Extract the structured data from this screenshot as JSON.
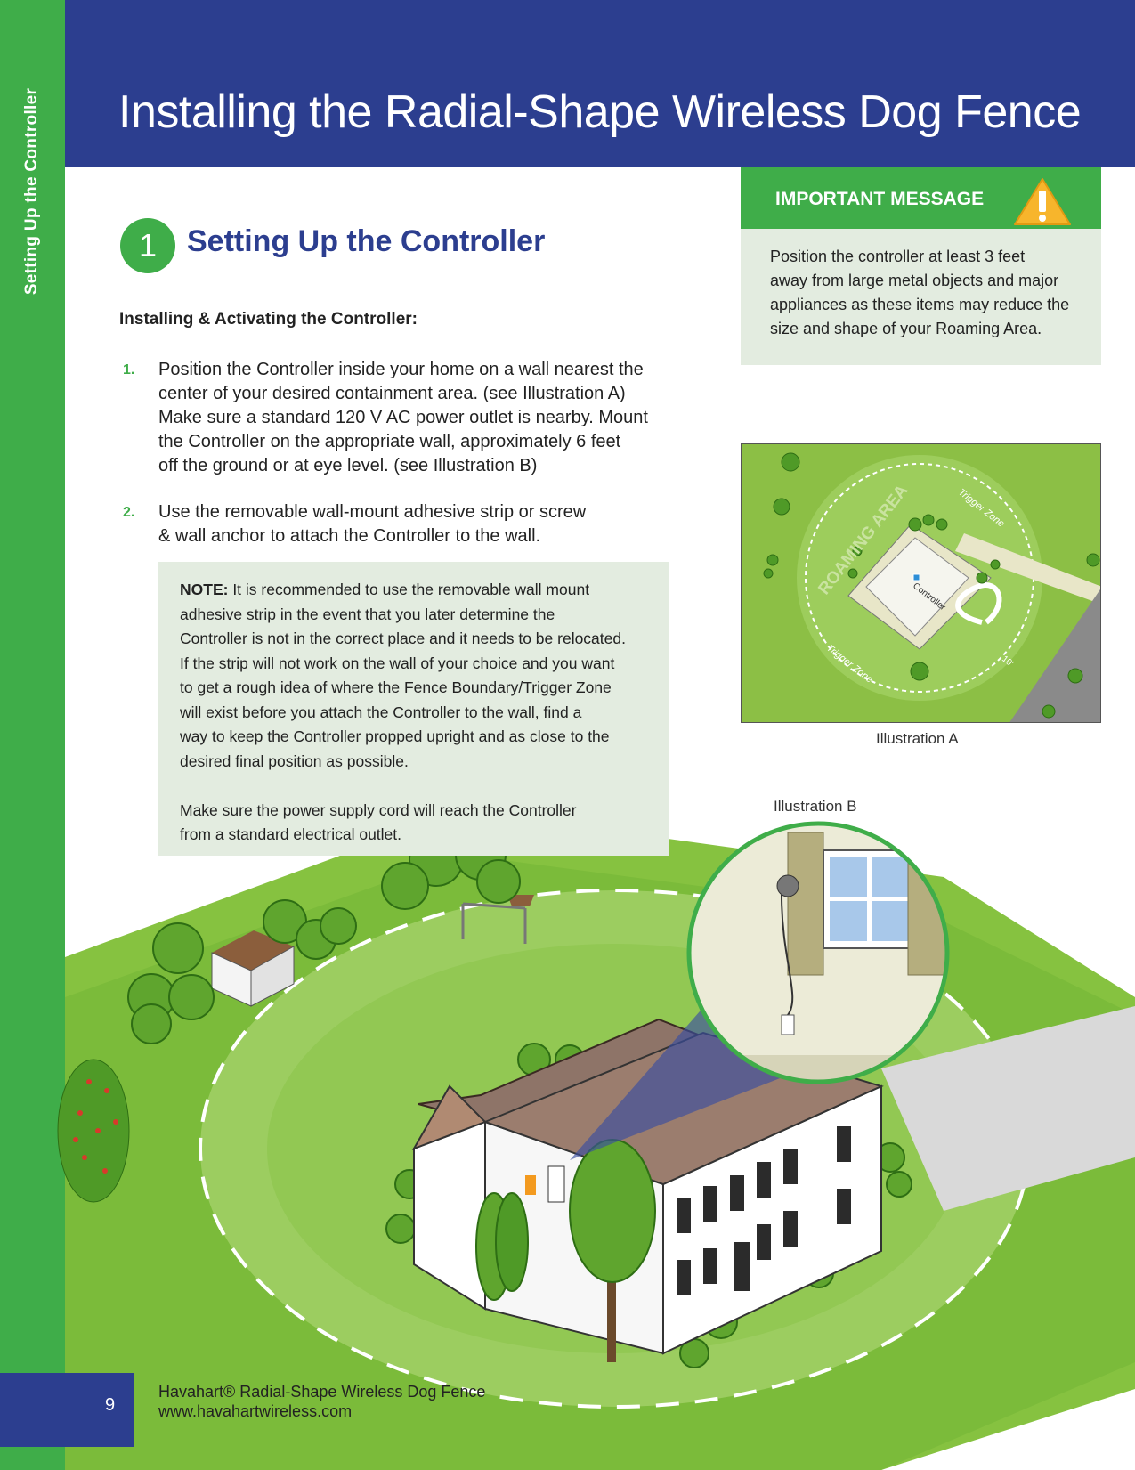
{
  "header": {
    "title": "Installing the Radial-Shape Wireless Dog Fence"
  },
  "sidebar": {
    "label": "Setting Up the Controller"
  },
  "section": {
    "number": "1",
    "title": "Setting Up the Controller"
  },
  "subheading": "Installing & Activating the Controller:",
  "steps": [
    {
      "num": "1.",
      "text": "Position the Controller inside your home on a wall nearest the\ncenter of your desired containment area. (see Illustration A)\nMake sure a standard 120 V AC power outlet is nearby.  Mount\nthe Controller on the appropriate wall, approximately 6 feet\noff the ground or at eye level. (see Illustration B)"
    },
    {
      "num": "2.",
      "text": "Use the removable wall-mount adhesive strip or screw\n& wall anchor to attach the Controller to the wall."
    }
  ],
  "note": {
    "label": "NOTE:",
    "text": "  It is recommended to use the removable wall mount\nadhesive strip in the event that you later determine the\nController is not in the correct place and it needs to be relocated.\nIf the strip will not work on the wall of your choice and you want\nto get a rough idea of where the Fence Boundary/Trigger Zone\nwill exist before you attach the Controller to the wall, find a\nway to keep the Controller propped upright and as close to the\ndesired final position as possible.\n\nMake sure the power supply cord will reach the Controller\nfrom a standard electrical outlet."
  },
  "important": {
    "title": "IMPORTANT MESSAGE",
    "text": "Position the controller at least 3 feet\naway from large metal objects and major\nappliances as these items may reduce the\nsize and shape of your Roaming Area."
  },
  "illustration_a": {
    "caption": "Illustration A",
    "labels": {
      "roaming": "ROAMING AREA",
      "trigger_top": "Trigger Zone",
      "trigger_bottom": "Trigger Zone",
      "controller": "Controller",
      "distance": "10'"
    }
  },
  "illustration_b": {
    "caption": "Illustration B"
  },
  "footer": {
    "page": "9",
    "text": "Havahart® Radial-Shape Wireless Dog Fence\nwww.havahartwireless.com"
  },
  "colors": {
    "blue": "#2c3e8f",
    "green": "#3fad49",
    "light_green": "#e3ece0",
    "warning": "#f7b52c"
  }
}
